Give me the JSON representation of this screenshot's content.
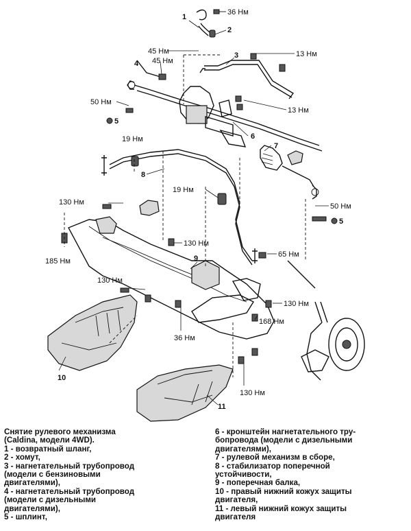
{
  "diagram": {
    "callouts": {
      "c1": "1",
      "c2": "2",
      "c3": "3",
      "c4": "4",
      "c5a": "5",
      "c5b": "5",
      "c6": "6",
      "c7": "7",
      "c8": "8",
      "c9": "9",
      "c10": "10",
      "c11": "11"
    },
    "torques": {
      "t36a": "36 Нм",
      "t45a": "45 Нм",
      "t45b": "45 Нм",
      "t13a": "13 Нм",
      "t13b": "13 Нм",
      "t50a": "50 Нм",
      "t19a": "19 Нм",
      "t19b": "19 Нм",
      "t130a": "130 Нм",
      "t50b": "50 Нм",
      "t185": "185 Нм",
      "t130b": "130 Нм",
      "t65": "65 Нм",
      "t130c": "130 Нм",
      "t130d": "130 Нм",
      "t168": "168 Нм",
      "t36b": "36 Нм",
      "t130e": "130 Нм"
    }
  },
  "caption": {
    "left": [
      "Снятие рулевого механизма",
      "(Caldina, модели 4WD).",
      "1 - возвратный шланг,",
      "2 - хомут,",
      "3 - нагнетательный трубопровод",
      "(модели с бензиновыми",
      "двигателями),",
      "4 - нагнетательный трубопровод",
      "(модели с дизельными",
      "двигателями),",
      "5 - шплинт,"
    ],
    "right": [
      "6 - кронштейн нагнетательного тру-",
      "бопровода (модели с дизельными",
      "двигателями),",
      "7 - рулевой механизм в сборе,",
      "8 - стабилизатор поперечной",
      "устойчивости,",
      "9 - поперечная балка,",
      "10 - правый нижний кожух защиты",
      "двигателя,",
      "11 - левый нижний кожух защиты",
      "двигателя"
    ]
  }
}
